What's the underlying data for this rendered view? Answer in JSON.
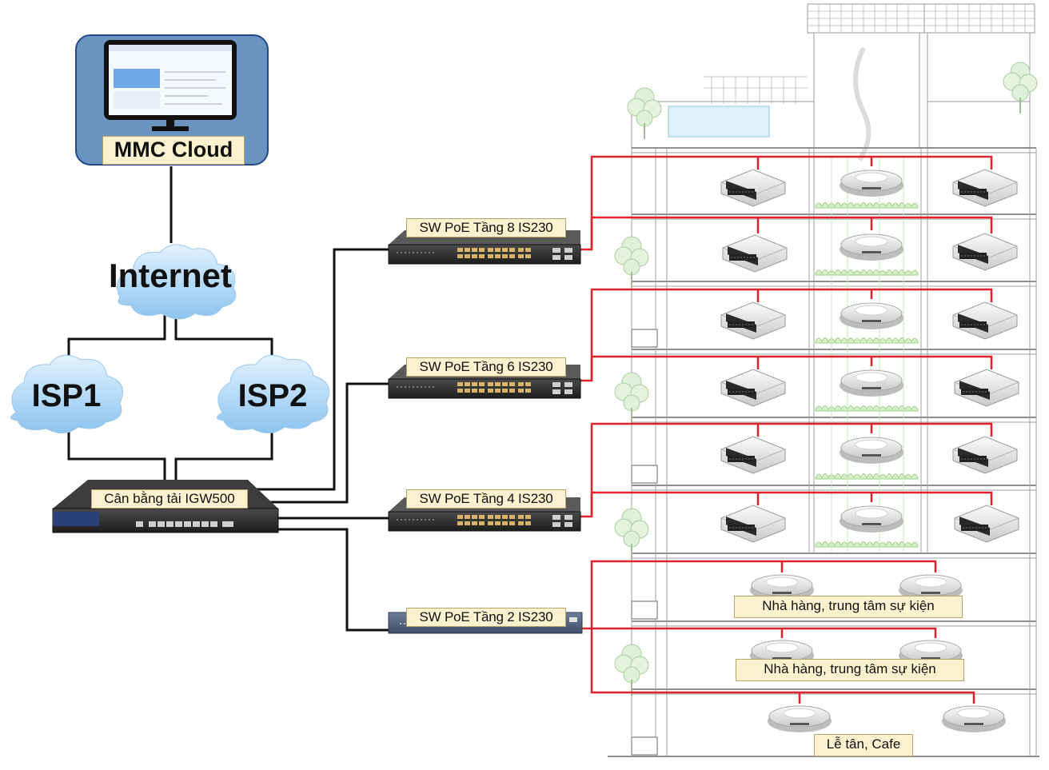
{
  "cloud_platform": {
    "label": "MMC Cloud"
  },
  "internet": {
    "label": "Internet"
  },
  "isps": [
    {
      "label": "ISP1"
    },
    {
      "label": "ISP2"
    }
  ],
  "gateway": {
    "label": "Cân bằng tải IGW500"
  },
  "switches": [
    {
      "label": "SW PoE Tầng 8 IS230"
    },
    {
      "label": "SW PoE Tầng 6 IS230"
    },
    {
      "label": "SW PoE Tầng 4 IS230"
    },
    {
      "label": "SW PoE Tầng 2 IS230"
    }
  ],
  "rooms": [
    {
      "label": "Nhà hàng, trung tâm sự kiện"
    },
    {
      "label": "Nhà hàng, trung tâm sự kiện"
    },
    {
      "label": "Lễ tân, Cafe"
    }
  ],
  "colors": {
    "poe_link": "#e0202a",
    "uplink": "#111111",
    "cloud": "#a9d3f5",
    "building": "#8e8e8e",
    "label_bg": "#fdf2cf"
  }
}
